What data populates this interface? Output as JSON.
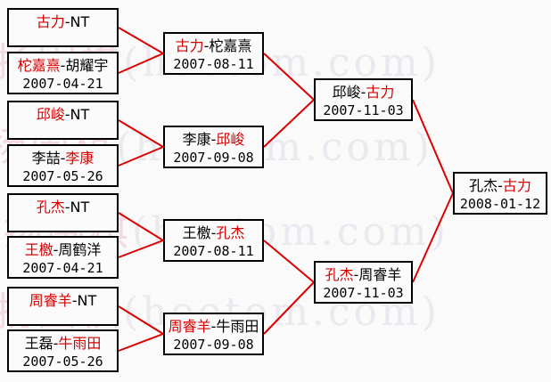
{
  "watermark": {
    "cn": "飞扬围棋",
    "en": "(hoetom.com)"
  },
  "colors": {
    "line_red": "#dc0000",
    "text_red": "#d40000",
    "border_black": "#000000",
    "background": "#fbfafa",
    "watermark_cn": "#f2d9e2",
    "watermark_en": "#e9e9ef"
  },
  "bracket": {
    "rounds": [
      {
        "name": "round-1",
        "matches": [
          {
            "line1": [
              {
                "text": "古力",
                "red": true
              },
              {
                "text": "-NT",
                "red": false
              }
            ],
            "date": ""
          },
          {
            "line1": [
              {
                "text": "柁嘉熹",
                "red": true
              },
              {
                "text": "-胡耀宇",
                "red": false
              }
            ],
            "date": "2007-04-21"
          },
          {
            "line1": [
              {
                "text": "邱峻",
                "red": true
              },
              {
                "text": "-NT",
                "red": false
              }
            ],
            "date": ""
          },
          {
            "line1": [
              {
                "text": "李喆-",
                "red": false
              },
              {
                "text": "李康",
                "red": true
              }
            ],
            "date": "2007-05-26"
          },
          {
            "line1": [
              {
                "text": "孔杰",
                "red": true
              },
              {
                "text": "-NT",
                "red": false
              }
            ],
            "date": ""
          },
          {
            "line1": [
              {
                "text": "王檄",
                "red": true
              },
              {
                "text": "-周鹤洋",
                "red": false
              }
            ],
            "date": "2007-04-21"
          },
          {
            "line1": [
              {
                "text": "周睿羊",
                "red": true
              },
              {
                "text": "-NT",
                "red": false
              }
            ],
            "date": ""
          },
          {
            "line1": [
              {
                "text": "王磊-",
                "red": false
              },
              {
                "text": "牛雨田",
                "red": true
              }
            ],
            "date": "2007-05-26"
          }
        ]
      },
      {
        "name": "round-2",
        "matches": [
          {
            "line1": [
              {
                "text": "古力",
                "red": true
              },
              {
                "text": "-柁嘉熹",
                "red": false
              }
            ],
            "date": "2007-08-11"
          },
          {
            "line1": [
              {
                "text": "李康-",
                "red": false
              },
              {
                "text": "邱峻",
                "red": true
              }
            ],
            "date": "2007-09-08"
          },
          {
            "line1": [
              {
                "text": "王檄-",
                "red": false
              },
              {
                "text": "孔杰",
                "red": true
              }
            ],
            "date": "2007-08-11"
          },
          {
            "line1": [
              {
                "text": "周睿羊",
                "red": true
              },
              {
                "text": "-牛雨田",
                "red": false
              }
            ],
            "date": "2007-09-08"
          }
        ]
      },
      {
        "name": "semifinals",
        "matches": [
          {
            "line1": [
              {
                "text": "邱峻-",
                "red": false
              },
              {
                "text": "古力",
                "red": true
              }
            ],
            "date": "2007-11-03"
          },
          {
            "line1": [
              {
                "text": "孔杰",
                "red": true
              },
              {
                "text": "-周睿羊",
                "red": false
              }
            ],
            "date": "2007-11-03"
          }
        ]
      },
      {
        "name": "final",
        "matches": [
          {
            "line1": [
              {
                "text": "孔杰-",
                "red": false
              },
              {
                "text": "古力",
                "red": true
              }
            ],
            "date": "2008-01-12"
          }
        ]
      }
    ]
  }
}
